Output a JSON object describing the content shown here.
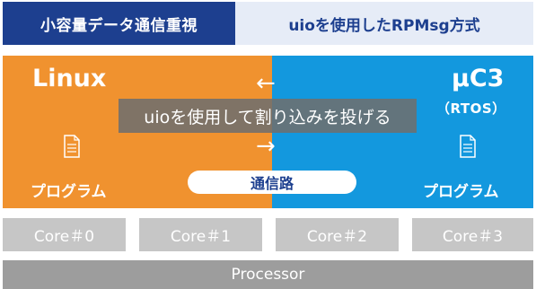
{
  "header": {
    "tab_left": "小容量データ通信重視",
    "tab_right": "uioを使用したRPMsg方式"
  },
  "linux": {
    "title": "Linux",
    "program_label": "プログラム"
  },
  "uc3": {
    "title": "µC3",
    "subtitle": "（RTOS）",
    "program_label": "プログラム"
  },
  "banner": {
    "text": "uioを使用して割り込みを投げる"
  },
  "arrows": {
    "left": "←",
    "right": "→"
  },
  "comm": {
    "label": "通信路"
  },
  "cores": [
    "Core＃0",
    "Core＃1",
    "Core＃2",
    "Core＃3"
  ],
  "processor": "Processor",
  "colors": {
    "linux_panel": "#f0922f",
    "uc3_panel": "#1398de",
    "header_dark": "#1d3f8f",
    "core": "#c6c6c6",
    "processor": "#9d9d9d"
  },
  "icons": {
    "doc_left": "document-icon",
    "doc_right": "document-icon"
  }
}
